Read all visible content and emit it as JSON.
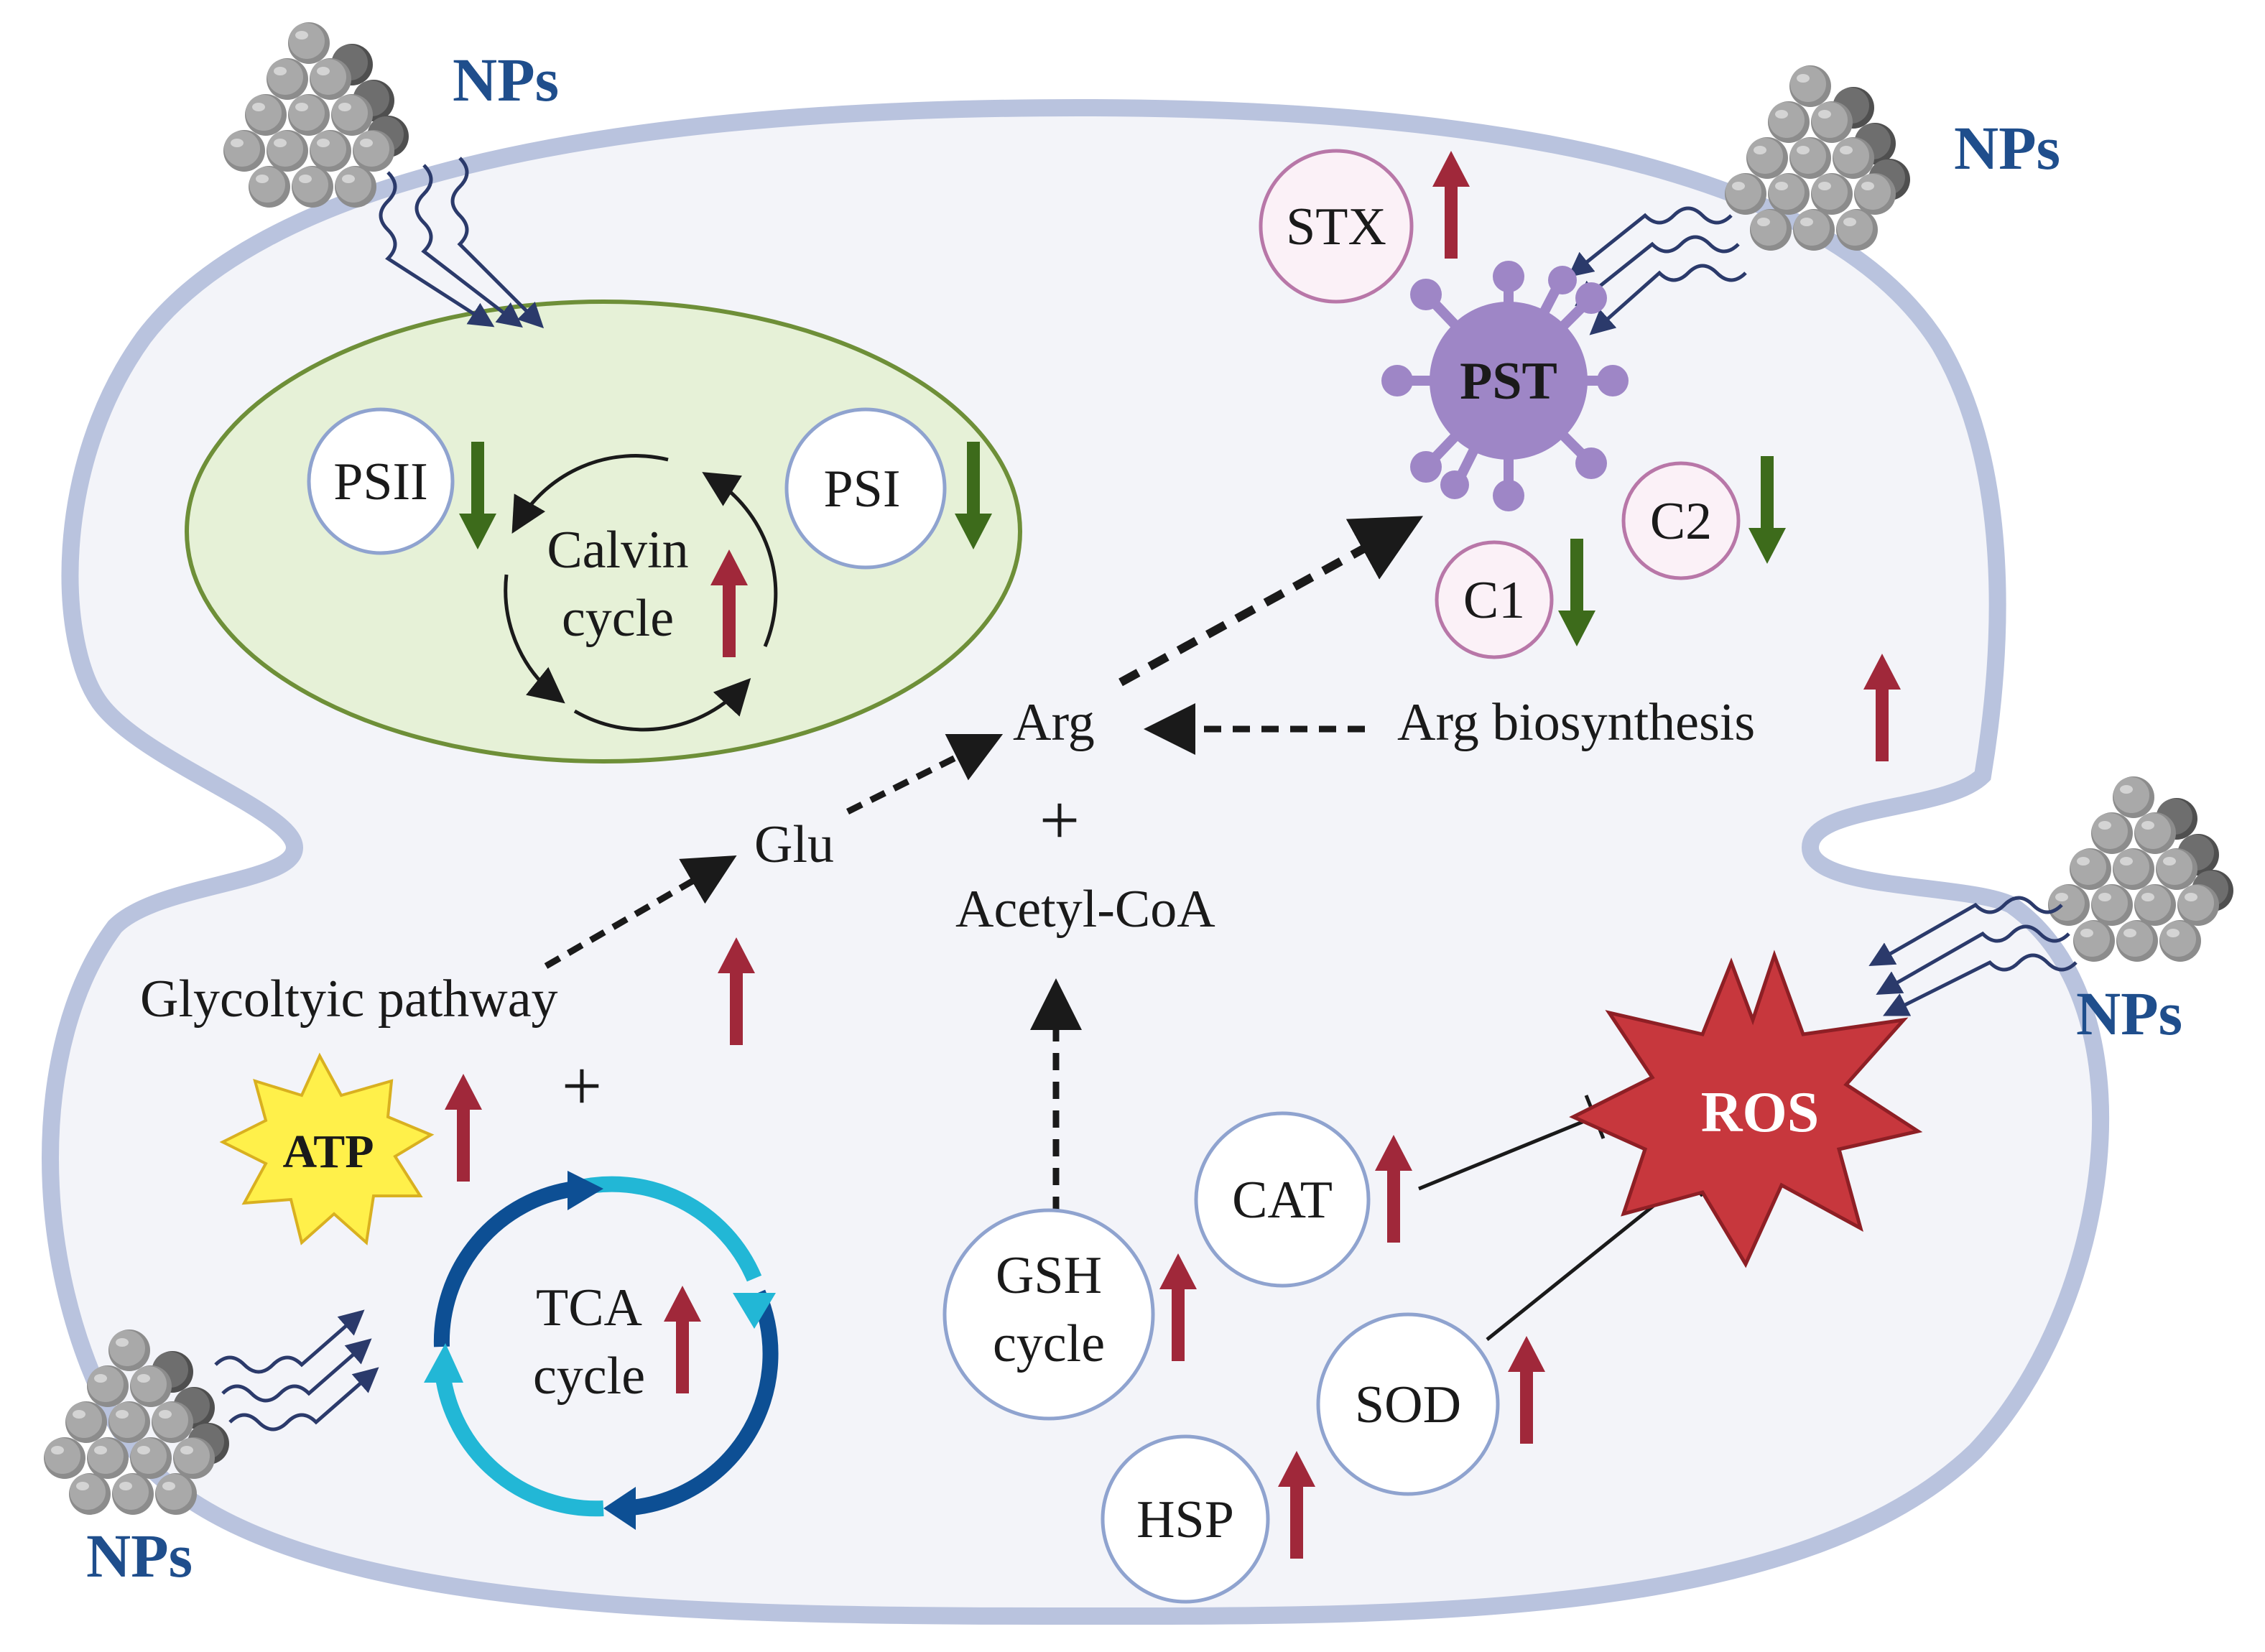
{
  "colors": {
    "membrane": "#b9c3de",
    "cytoplasm": "#f3f4f9",
    "chloroplast_fill": "#e6f1d7",
    "chloroplast_stroke": "#6e8f38",
    "up_arrow": "#a0283a",
    "down_arrow": "#3d6b1b",
    "nps_label": "#1f4e8c",
    "toxin_stroke": "#b877a8",
    "toxin_fill": "#fbf1f7",
    "enzyme_stroke": "#8fa3cf",
    "pst_body": "#9e86c6",
    "ros": "#c7373d",
    "atp": "#fff04a",
    "tca_dark": "#0d4f94",
    "tca_light": "#22b7d6"
  },
  "nanoparticles": {
    "top_left": "NPs",
    "top_right": "NPs",
    "mid_right": "NPs",
    "bottom_left": "NPs"
  },
  "chloroplast": {
    "psii": "PSII",
    "psi": "PSI",
    "calvin_line1": "Calvin",
    "calvin_line2": "cycle"
  },
  "toxins": {
    "stx": "STX",
    "pst": "PST",
    "c1": "C1",
    "c2": "C2"
  },
  "metabolism": {
    "arg": "Arg",
    "arg_biosynthesis": "Arg biosynthesis",
    "glu": "Glu",
    "plus_arg": "+",
    "acetyl_coa": "Acetyl-CoA",
    "glycolytic": "Glycoltyic pathway",
    "plus_glyco": "+",
    "atp": "ATP",
    "tca_line1": "TCA",
    "tca_line2": "cycle",
    "gsh_line1": "GSH",
    "gsh_line2": "cycle"
  },
  "antioxidants": {
    "cat": "CAT",
    "sod": "SOD",
    "hsp": "HSP",
    "ros": "ROS"
  }
}
